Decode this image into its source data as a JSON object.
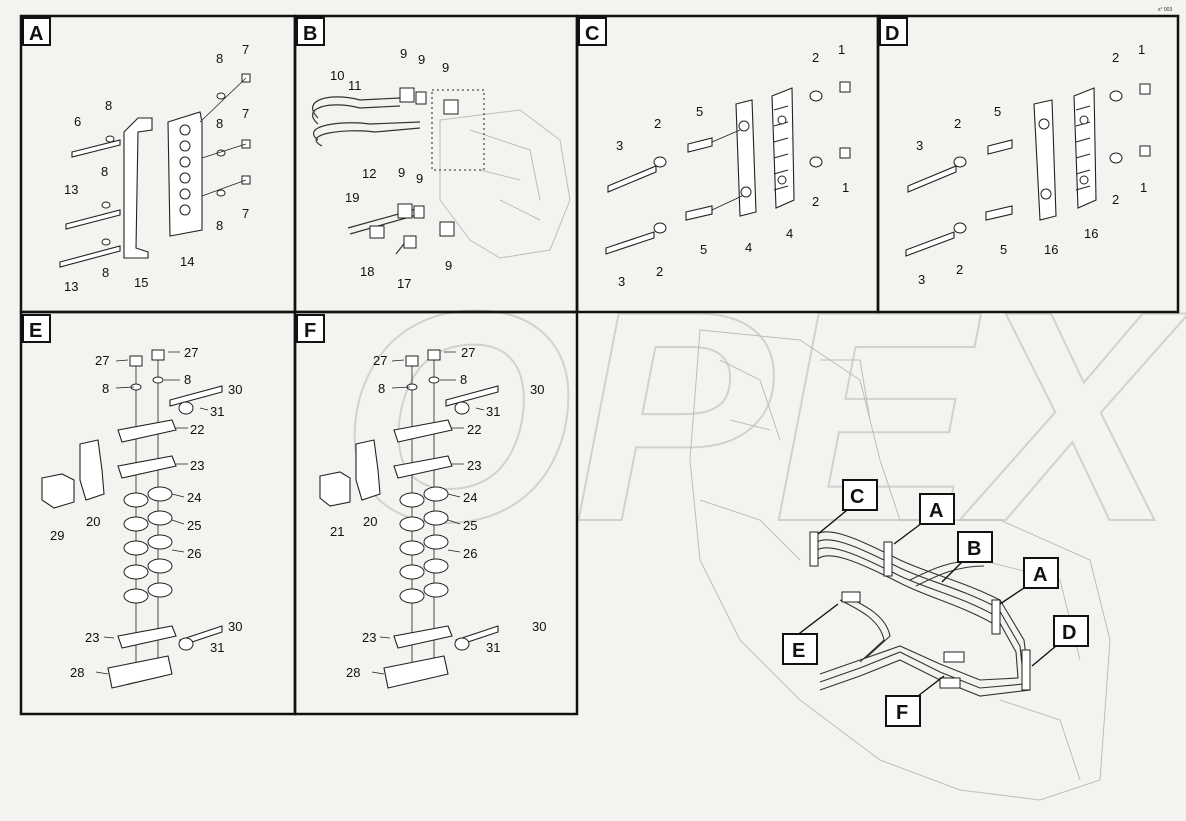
{
  "corner_text": "s° 003",
  "watermark": "OPEX",
  "panels": [
    {
      "letter": "A",
      "numbers": [
        "7",
        "8",
        "7",
        "8",
        "7",
        "8",
        "6",
        "8",
        "13",
        "8",
        "13",
        "8",
        "15",
        "14"
      ]
    },
    {
      "letter": "B",
      "numbers": [
        "10",
        "11",
        "9",
        "9",
        "9",
        "12",
        "9",
        "9",
        "19",
        "18",
        "17",
        "9"
      ]
    },
    {
      "letter": "C",
      "numbers": [
        "1",
        "2",
        "5",
        "2",
        "3",
        "1",
        "2",
        "4",
        "4",
        "3",
        "2",
        "5"
      ]
    },
    {
      "letter": "D",
      "numbers": [
        "1",
        "2",
        "5",
        "2",
        "3",
        "1",
        "2",
        "16",
        "16",
        "3",
        "2",
        "5"
      ]
    },
    {
      "letter": "E",
      "numbers": [
        "27",
        "27",
        "8",
        "8",
        "30",
        "31",
        "22",
        "23",
        "24",
        "25",
        "26",
        "29",
        "20",
        "23",
        "30",
        "31",
        "28"
      ]
    },
    {
      "letter": "F",
      "numbers": [
        "27",
        "27",
        "8",
        "8",
        "30",
        "31",
        "22",
        "23",
        "24",
        "25",
        "26",
        "21",
        "20",
        "23",
        "30",
        "31",
        "28"
      ]
    }
  ],
  "overview_callouts": [
    "C",
    "A",
    "B",
    "A",
    "E",
    "D",
    "F"
  ]
}
